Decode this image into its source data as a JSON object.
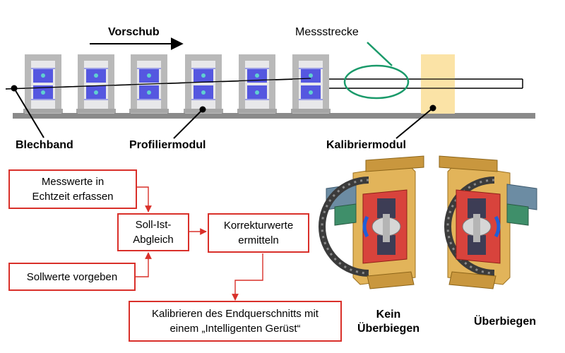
{
  "top": {
    "vorschub": "Vorschub",
    "messstrecke": "Messstrecke",
    "blechband": "Blechband",
    "profiliermodul": "Profiliermodul",
    "kalibriermodul": "Kalibriermodul"
  },
  "flow": {
    "messwerte": "Messwerte in\nEchtzeit erfassen",
    "sollwerte": "Sollwerte vorgeben",
    "abgleich": "Soll-Ist-\nAbgleich",
    "korrektur": "Korrekturwerte\nermitteln",
    "kalibrieren": "Kalibrieren des Endquerschnitts mit\neinem „Intelligenten Gerüst“"
  },
  "machines": {
    "left_caption": "Kein\nÜberbiegen",
    "right_caption": "Überbiegen"
  },
  "colors": {
    "frame_gray": "#b9b9b9",
    "roll_blue": "#5557e0",
    "ellipse_green": "#1a9a6a",
    "calib_yellow": "#fbe3a6",
    "flow_red": "#d9302a"
  }
}
